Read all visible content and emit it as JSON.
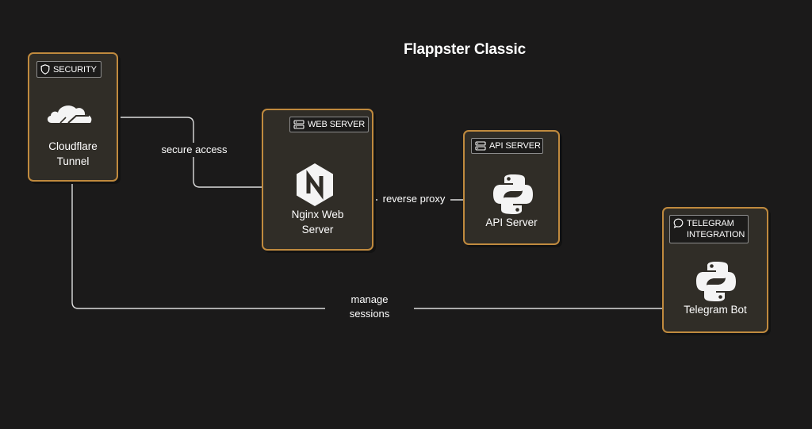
{
  "title": "Flappster Classic",
  "colors": {
    "background": "#1b1a1a",
    "node_fill": "#302d27",
    "node_border": "#c08a3e",
    "connector": "#dcdcdc",
    "badge_border": "#8c8c8c"
  },
  "nodes": {
    "security": {
      "badge": "SECURITY",
      "badge_icon": "shield-icon",
      "label_line1": "Cloudflare",
      "label_line2": "Tunnel",
      "logo": "cloudflare-icon"
    },
    "web_server": {
      "badge": "WEB SERVER",
      "badge_icon": "server-icon",
      "label_line1": "Nginx Web",
      "label_line2": "Server",
      "logo": "nginx-icon"
    },
    "api_server": {
      "badge": "API SERVER",
      "badge_icon": "server-icon",
      "label_line1": "API Server",
      "logo": "python-icon"
    },
    "telegram": {
      "badge": "TELEGRAM INTEGRATION",
      "badge_icon": "chat-bubble-icon",
      "label_line1": "Telegram Bot",
      "logo": "python-icon"
    }
  },
  "edges": {
    "secure_access": "secure access",
    "reverse_proxy": "reverse proxy",
    "manage_sessions_line1": "manage",
    "manage_sessions_line2": "sessions"
  }
}
